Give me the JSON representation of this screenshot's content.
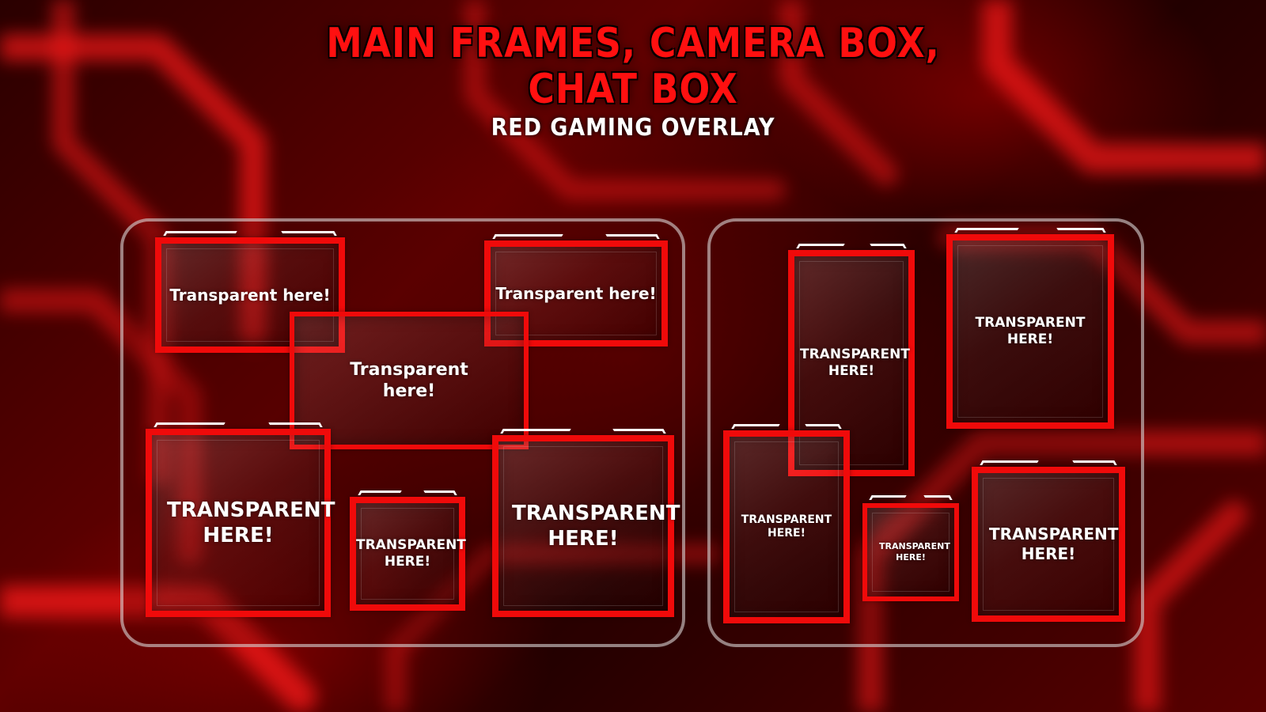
{
  "header": {
    "title_line1": "MAIN FRAMES, CAMERA BOX,",
    "title_line2": "CHAT BOX",
    "subtitle": "RED GAMING OVERLAY"
  },
  "left_panel": {
    "frames": [
      {
        "label": "Transparent here!"
      },
      {
        "label": "Transparent here!"
      },
      {
        "label": "Transparent here!"
      },
      {
        "label": "TRANSPARENT HERE!"
      },
      {
        "label": "TRANSPARENT HERE!"
      },
      {
        "label": "TRANSPARENT HERE!"
      }
    ]
  },
  "right_panel": {
    "frames": [
      {
        "label": "TRANSPARENT HERE!"
      },
      {
        "label": "TRANSPARENT HERE!"
      },
      {
        "label": "TRANSPARENT HERE!"
      },
      {
        "label": "TRANSPARENT HERE!"
      },
      {
        "label": "TRANSPARENT HERE!"
      }
    ]
  },
  "colors": {
    "accent": "#f00a0a",
    "title": "#ff1010",
    "background": "#3a0000"
  }
}
